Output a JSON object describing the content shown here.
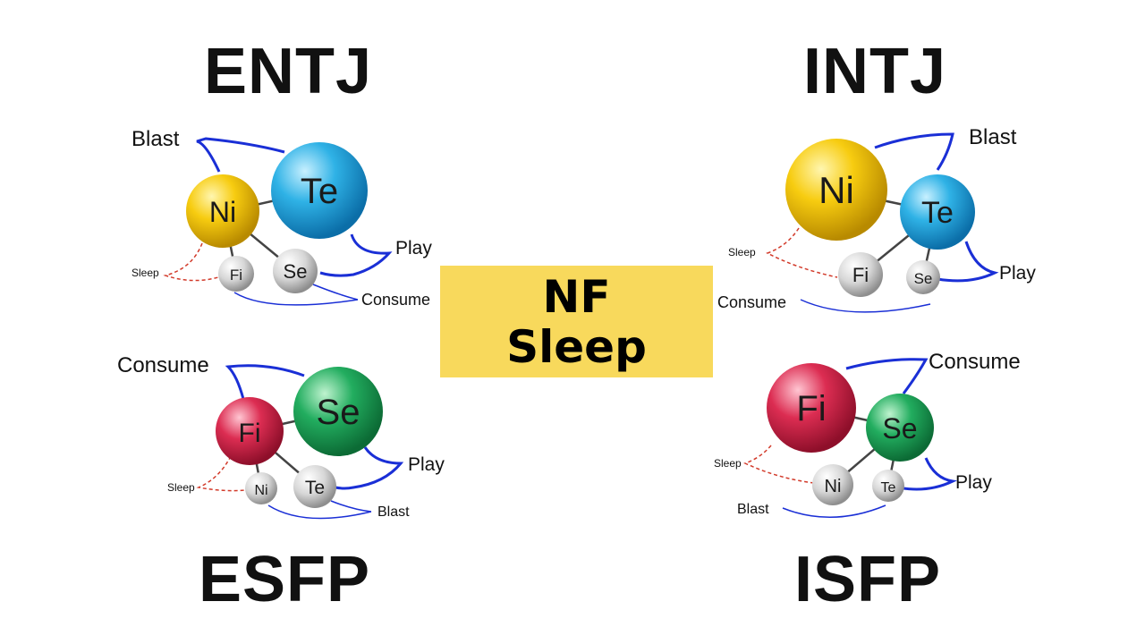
{
  "center": {
    "line1": "NF",
    "line2": "Sleep"
  },
  "colors": {
    "yellow": "#f5c400",
    "blue": "#2aa6dc",
    "red": "#d8284a",
    "green": "#1ea85a",
    "gray": "#bdbdbd",
    "arc_blue": "#1a2fd6",
    "arc_red": "#d23a2a"
  },
  "panels": [
    {
      "type": "ENTJ",
      "functions": {
        "dominant": "Te",
        "auxiliary": "Ni",
        "tertiary": "Se",
        "inferior": "Fi"
      },
      "labels": {
        "blast": "Blast",
        "play": "Play",
        "consume": "Consume",
        "sleep": "Sleep"
      }
    },
    {
      "type": "INTJ",
      "functions": {
        "dominant": "Ni",
        "auxiliary": "Te",
        "tertiary": "Fi",
        "inferior": "Se"
      },
      "labels": {
        "blast": "Blast",
        "play": "Play",
        "consume": "Consume",
        "sleep": "Sleep"
      }
    },
    {
      "type": "ESFP",
      "functions": {
        "dominant": "Se",
        "auxiliary": "Fi",
        "tertiary": "Te",
        "inferior": "Ni"
      },
      "labels": {
        "consume": "Consume",
        "play": "Play",
        "blast": "Blast",
        "sleep": "Sleep"
      }
    },
    {
      "type": "ISFP",
      "functions": {
        "dominant": "Fi",
        "auxiliary": "Se",
        "tertiary": "Ni",
        "inferior": "Te"
      },
      "labels": {
        "consume": "Consume",
        "play": "Play",
        "blast": "Blast",
        "sleep": "Sleep"
      }
    }
  ]
}
